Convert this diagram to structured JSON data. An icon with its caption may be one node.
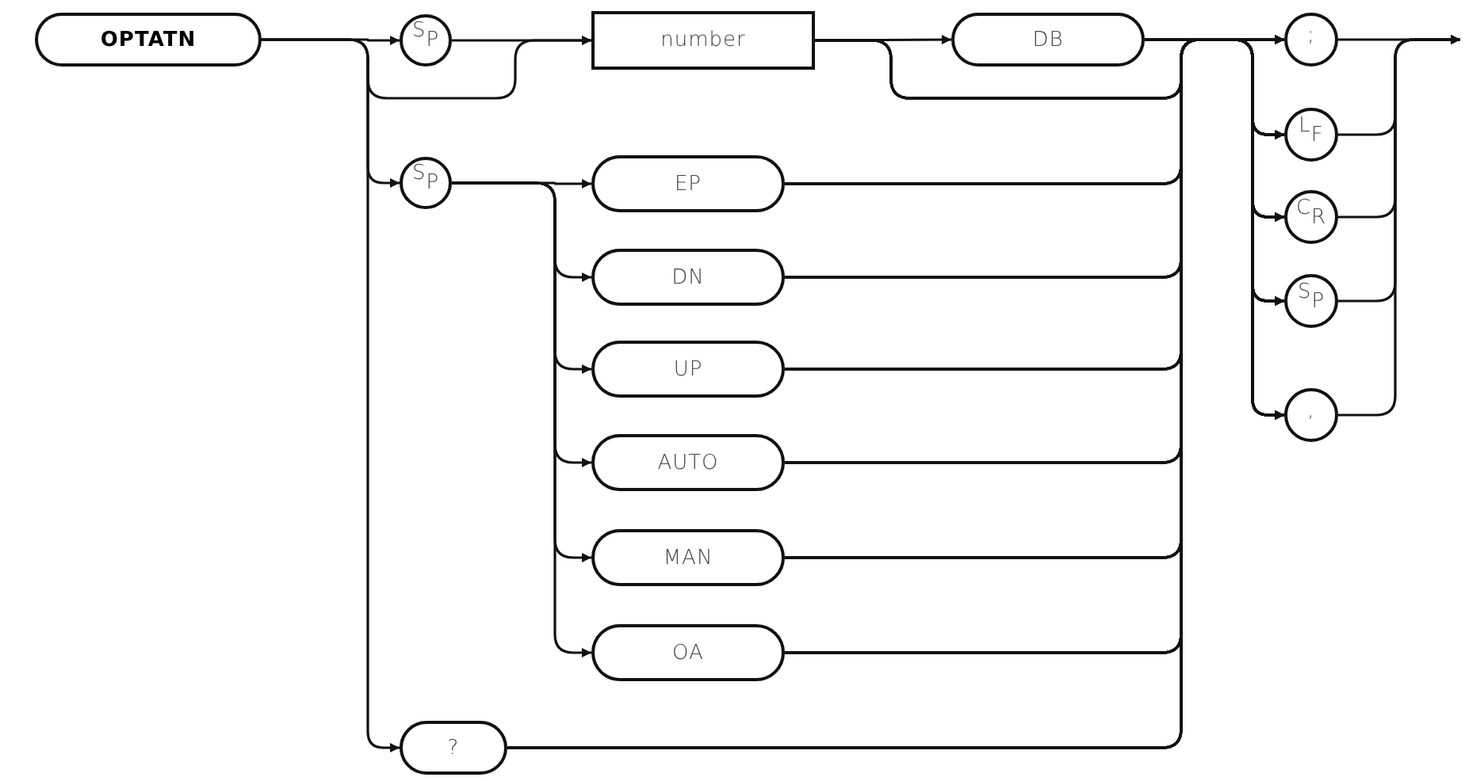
{
  "diagram": {
    "nodes": [
      {
        "text": [
          "OPTATN"
        ]
      },
      {
        "text": [
          "S$_{P}$"
        ]
      },
      {
        "text": [
          "number"
        ]
      },
      {
        "text": [
          "DB"
        ]
      },
      {
        "text": [
          ";"
        ]
      },
      {
        "text": [
          "L$_{F}$"
        ]
      },
      {
        "text": [
          "C$_{R}$"
        ]
      },
      {
        "text": [
          "S$_{P}$"
        ]
      },
      {
        "text": [
          ","
        ]
      },
      {
        "text": [
          "S$_{P}$"
        ]
      },
      {
        "text": [
          "EP"
        ]
      },
      {
        "text": [
          "DN"
        ]
      },
      {
        "text": [
          "UP"
        ]
      },
      {
        "text": [
          "AUTO"
        ]
      },
      {
        "text": [
          "MAN"
        ]
      },
      {
        "text": [
          "OA"
        ]
      },
      {
        "text": [
          "?"
        ]
      }
    ],
    "edges": [
      {
        "from": 0,
        "to": 1,
        "arrow": "to"
      },
      {
        "from": 0,
        "to": 2,
        "arrow": "to"
      },
      {
        "from": 0,
        "to": 9,
        "arrow": "to"
      },
      {
        "from": 0,
        "to": 16,
        "arrow": "to"
      },
      {
        "from": 1,
        "to": 2,
        "arrow": "to"
      },
      {
        "from": 2,
        "to": 3,
        "arrow": "to"
      },
      {
        "from": 9,
        "to": 10,
        "arrow": "to"
      },
      {
        "from": 9,
        "to": 11,
        "arrow": "to"
      },
      {
        "from": 9,
        "to": 12,
        "arrow": "to"
      },
      {
        "from": 9,
        "to": 13,
        "arrow": "to"
      },
      {
        "from": 9,
        "to": 14,
        "arrow": "to"
      },
      {
        "from": 9,
        "to": 15,
        "arrow": "to"
      },
      {
        "from": 2,
        "to": 4,
        "arrow": "to"
      },
      {
        "from": 2,
        "to": 5,
        "arrow": "to"
      },
      {
        "from": 2,
        "to": 6,
        "arrow": "to"
      },
      {
        "from": 2,
        "to": 7,
        "arrow": "to"
      },
      {
        "from": 2,
        "to": 8,
        "arrow": "to"
      },
      {
        "from": 3,
        "to": 4,
        "arrow": "to"
      },
      {
        "from": 3,
        "to": 5,
        "arrow": "to"
      },
      {
        "from": 3,
        "to": 6,
        "arrow": "to"
      },
      {
        "from": 3,
        "to": 7,
        "arrow": "to"
      },
      {
        "from": 3,
        "to": 8,
        "arrow": "to"
      },
      {
        "from": 10,
        "to": 4,
        "arrow": "to"
      },
      {
        "from": 10,
        "to": 5,
        "arrow": "to"
      },
      {
        "from": 10,
        "to": 6,
        "arrow": "to"
      },
      {
        "from": 10,
        "to": 7,
        "arrow": "to"
      },
      {
        "from": 10,
        "to": 8,
        "arrow": "to"
      },
      {
        "from": 11,
        "to": 4,
        "arrow": "to"
      },
      {
        "from": 11,
        "to": 5,
        "arrow": "to"
      },
      {
        "from": 11,
        "to": 6,
        "arrow": "to"
      },
      {
        "from": 11,
        "to": 7,
        "arrow": "to"
      },
      {
        "from": 11,
        "to": 8,
        "arrow": "to"
      },
      {
        "from": 12,
        "to": 4,
        "arrow": "to"
      },
      {
        "from": 12,
        "to": 5,
        "arrow": "to"
      },
      {
        "from": 12,
        "to": 6,
        "arrow": "to"
      },
      {
        "from": 12,
        "to": 7,
        "arrow": "to"
      },
      {
        "from": 12,
        "to": 8,
        "arrow": "to"
      },
      {
        "from": 13,
        "to": 4,
        "arrow": "to"
      },
      {
        "from": 13,
        "to": 5,
        "arrow": "to"
      },
      {
        "from": 13,
        "to": 6,
        "arrow": "to"
      },
      {
        "from": 13,
        "to": 7,
        "arrow": "to"
      },
      {
        "from": 13,
        "to": 8,
        "arrow": "to"
      },
      {
        "from": 14,
        "to": 4,
        "arrow": "to"
      },
      {
        "from": 14,
        "to": 5,
        "arrow": "to"
      },
      {
        "from": 14,
        "to": 6,
        "arrow": "to"
      },
      {
        "from": 14,
        "to": 7,
        "arrow": "to"
      },
      {
        "from": 14,
        "to": 8,
        "arrow": "to"
      },
      {
        "from": 15,
        "to": 4,
        "arrow": "to"
      },
      {
        "from": 15,
        "to": 5,
        "arrow": "to"
      },
      {
        "from": 15,
        "to": 6,
        "arrow": "to"
      },
      {
        "from": 15,
        "to": 7,
        "arrow": "to"
      },
      {
        "from": 15,
        "to": 8,
        "arrow": "to"
      },
      {
        "from": 16,
        "to": 4,
        "arrow": "to"
      },
      {
        "from": 16,
        "to": 5,
        "arrow": "to"
      },
      {
        "from": 16,
        "to": 6,
        "arrow": "to"
      },
      {
        "from": 16,
        "to": 7,
        "arrow": "to"
      },
      {
        "from": 16,
        "to": 8,
        "arrow": "to"
      },
      {
        "from": 4,
        "to": null,
        "arrow": "to"
      },
      {
        "from": 5,
        "to": null,
        "arrow": "to"
      },
      {
        "from": 6,
        "to": null,
        "arrow": "to"
      },
      {
        "from": 7,
        "to": null,
        "arrow": "to"
      },
      {
        "from": 8,
        "to": null,
        "arrow": "to"
      }
    ]
  }
}
